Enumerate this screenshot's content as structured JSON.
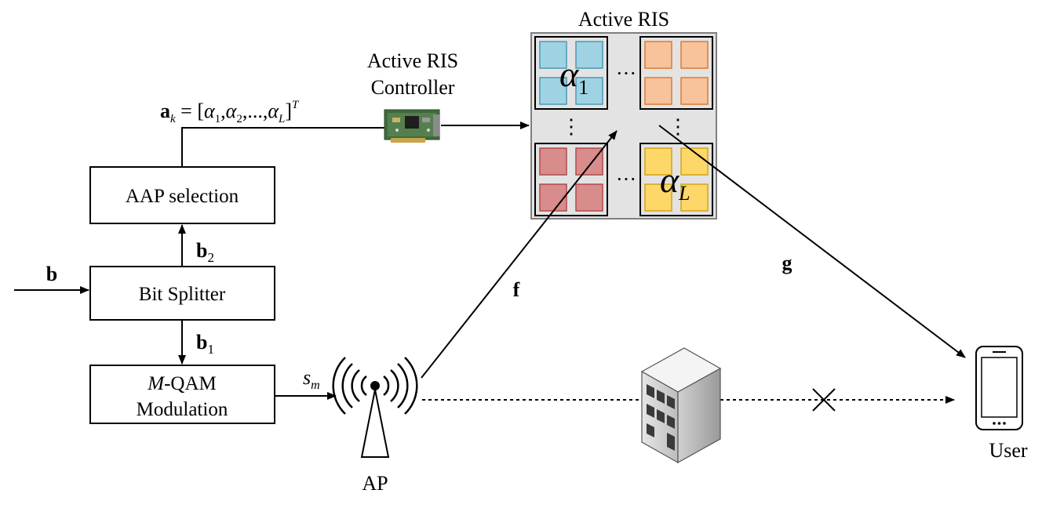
{
  "blocks": {
    "aap_selection": "AAP selection",
    "bit_splitter": "Bit Splitter",
    "modulation_line1_italic": "M",
    "modulation_line1_rest": "-QAM",
    "modulation_line2": "Modulation"
  },
  "labels": {
    "input_bits": "b",
    "b2_base": "b",
    "b2_sub": "2",
    "b1_base": "b",
    "b1_sub": "1",
    "sm_base": "s",
    "sm_sub": "m",
    "ak_base": "a",
    "ak_sub": "k",
    "ak_eq": " = [",
    "ak_comma": ",",
    "ak_dots": ",...,",
    "ak_close": "]",
    "ak_sup": "T",
    "alpha": "α",
    "alpha_sub_1": "1",
    "alpha_sub_2": "2",
    "alpha_sub_L": "L",
    "channel_f": "f",
    "channel_g": "g",
    "ellipsis": "···",
    "vdots": "⋮"
  },
  "nodes": {
    "controller_line1": "Active RIS",
    "controller_line2": "Controller",
    "ris_title": "Active RIS",
    "ap": "AP",
    "user": "User"
  },
  "colors": {
    "blue_fill": "#9fd3e3",
    "blue_stroke": "#4a9ab8",
    "orange_fill": "#f8c29b",
    "orange_stroke": "#e07a2e",
    "red_fill": "#d88c8c",
    "red_stroke": "#b14a4a",
    "yellow_fill": "#fdd768",
    "yellow_stroke": "#d6a413",
    "ris_bg": "#e3e3e3",
    "ris_border": "#7f7f7f"
  }
}
